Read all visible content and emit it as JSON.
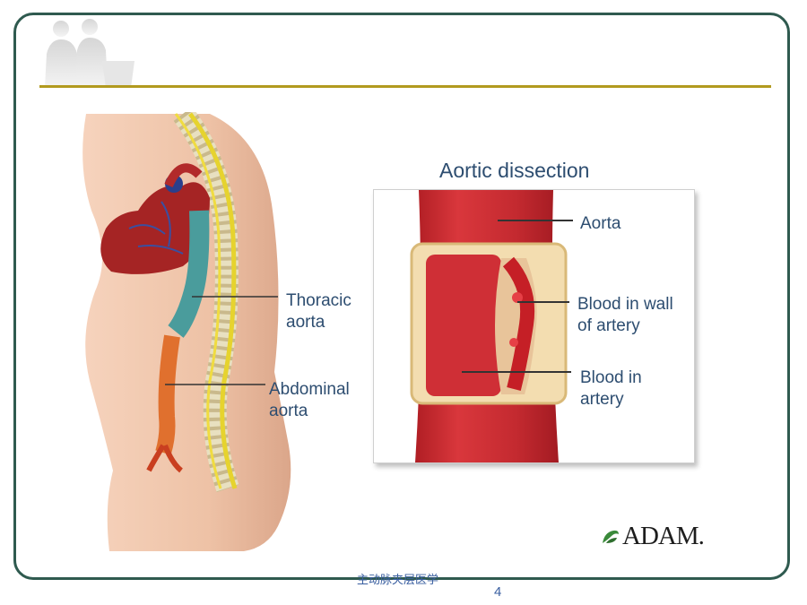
{
  "left_labels": {
    "thoracic": [
      "Thoracic",
      "aorta"
    ],
    "abdominal": [
      "Abdominal",
      "aorta"
    ]
  },
  "diagram": {
    "title": "Aortic dissection",
    "aorta": "Aorta",
    "blood_wall": [
      "Blood in wall",
      "of artery"
    ],
    "blood_artery": [
      "Blood in",
      "artery"
    ]
  },
  "logo": {
    "text": "ADAM."
  },
  "footer": {
    "caption": "主动脉夹层医学",
    "page_number": "4"
  },
  "colors": {
    "frame": "#2f5a4f",
    "rule": "#b29a1f",
    "label_text": "#2d4d70",
    "footer_text": "#3a5fa0",
    "thoracic_aorta": "#4a9c9c",
    "abdominal_aorta": "#e0702e",
    "artery_red": "#c7282e"
  }
}
